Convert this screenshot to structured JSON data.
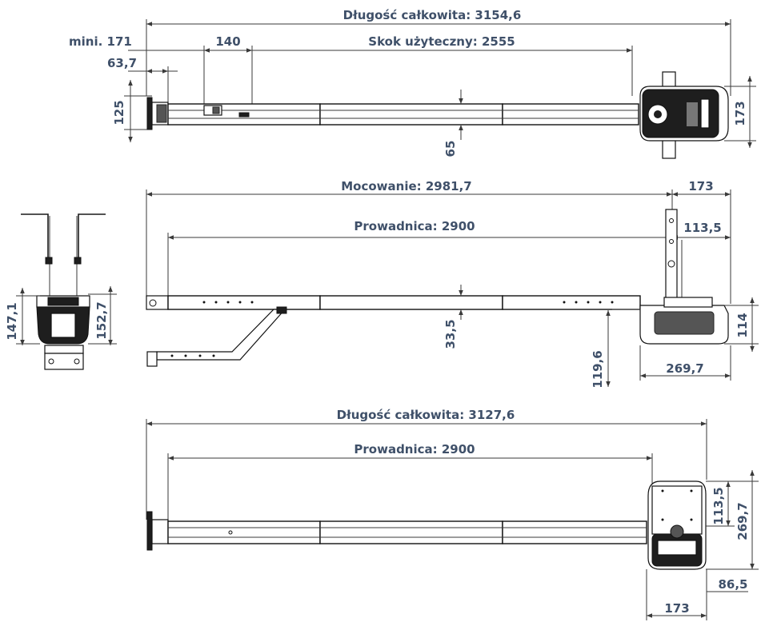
{
  "views": {
    "top": {
      "total_length": "Długość całkowita: 3154,6",
      "min": "mini. 171",
      "offset_140": "140",
      "stroke": "Skok użyteczny: 2555",
      "offset_637": "63,7",
      "height_125": "125",
      "rail_65": "65",
      "motor_173": "173"
    },
    "side": {
      "mounting": "Mocowanie: 2981,7",
      "dim_173": "173",
      "guide": "Prowadnica: 2900",
      "dim_1135": "113,5",
      "rail_335": "33,5",
      "dim_114": "114",
      "dim_1196": "119,6",
      "dim_2697": "269,7"
    },
    "end": {
      "dim_1471": "147,1",
      "dim_1527": "152,7"
    },
    "bottom": {
      "total_length": "Długość całkowita: 3127,6",
      "guide": "Prowadnica: 2900",
      "dim_1135": "113,5",
      "dim_2697": "269,7",
      "dim_865": "86,5",
      "dim_173": "173"
    }
  },
  "colors": {
    "dimension_text": "#3f5069",
    "line": "#3a3a3a",
    "motor_body": "#1e1e1e"
  }
}
